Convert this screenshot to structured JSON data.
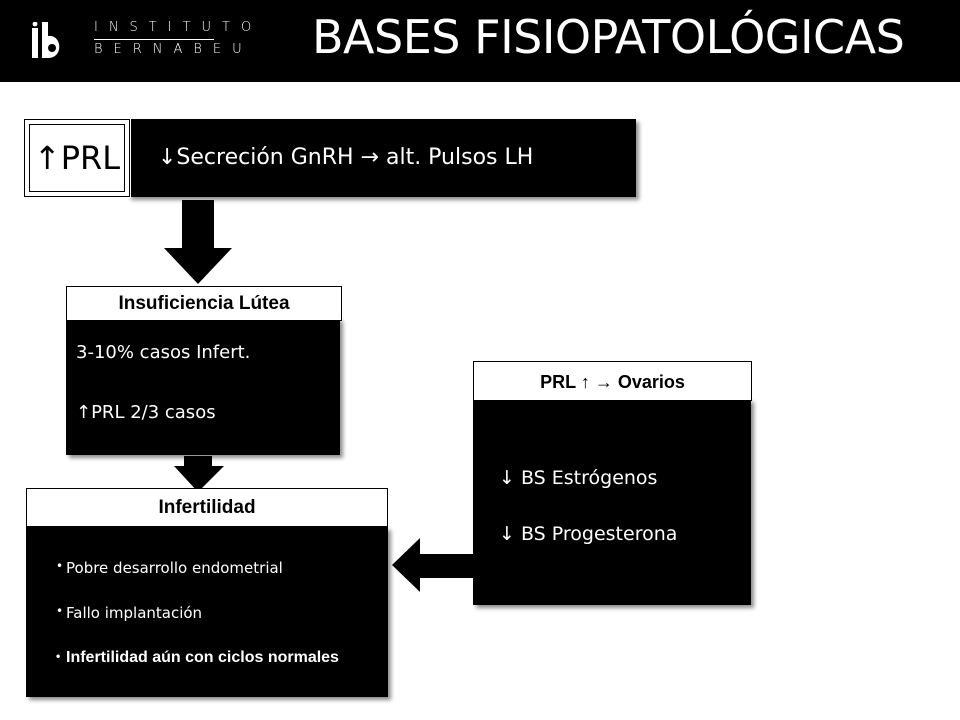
{
  "header": {
    "title": "BASES FISIOPATOLÓGICAS",
    "logo": {
      "mark": "ib",
      "word1": "INSTITUTO",
      "word2": "BERNABEU"
    }
  },
  "prl": {
    "label": "↑PRL",
    "description": "↓Secreción GnRH → alt. Pulsos LH"
  },
  "lutea": {
    "label": "Insuficiencia Lútea",
    "items": [
      "3-10% casos Infert.",
      "↑PRL 2/3 casos"
    ]
  },
  "ovarios": {
    "label": "PRL ↑ → Ovarios",
    "items": [
      "↓ BS Estrógenos",
      "↓ BS Progesterona"
    ]
  },
  "infertilidad": {
    "label": "Infertilidad",
    "items": [
      "Pobre desarrollo endometrial",
      "Fallo implantación",
      "Infertilidad aún con ciclos normales"
    ]
  },
  "colors": {
    "background": "#ffffff",
    "box": "#000000",
    "text_on_box": "#ffffff"
  }
}
